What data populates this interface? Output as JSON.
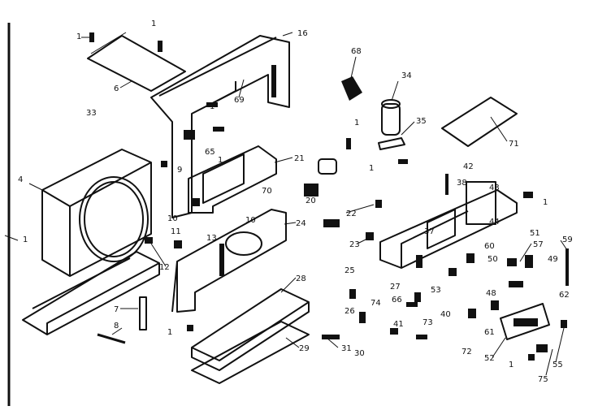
{
  "labels": {
    "p1": "1",
    "p6": "6",
    "p16": "16",
    "p33": "33",
    "p69": "69",
    "p68": "68",
    "p34": "34",
    "p35": "35",
    "p71": "71",
    "p65": "65",
    "p9": "9",
    "p21": "21",
    "p70": "70",
    "p4": "4",
    "p20": "20",
    "p22": "22",
    "p38": "38",
    "p42": "42",
    "p43": "43",
    "p44": "44",
    "p24": "24",
    "p10": "10",
    "p11": "11",
    "p13": "13",
    "p12": "12",
    "p23": "23",
    "p37": "37",
    "p51": "51",
    "p57": "57",
    "p59": "59",
    "p60": "60",
    "p50": "50",
    "p49": "49",
    "p25": "25",
    "p27": "27",
    "p53": "53",
    "p28": "28",
    "p66": "66",
    "p74": "74",
    "p48": "48",
    "p62": "62",
    "p26": "26",
    "p40": "40",
    "p7": "7",
    "p8": "8",
    "p73": "73",
    "p61": "61",
    "p72": "72",
    "p41": "41",
    "p31": "31",
    "p30": "30",
    "p29": "29",
    "p52": "52",
    "p75": "75",
    "p55": "55"
  }
}
